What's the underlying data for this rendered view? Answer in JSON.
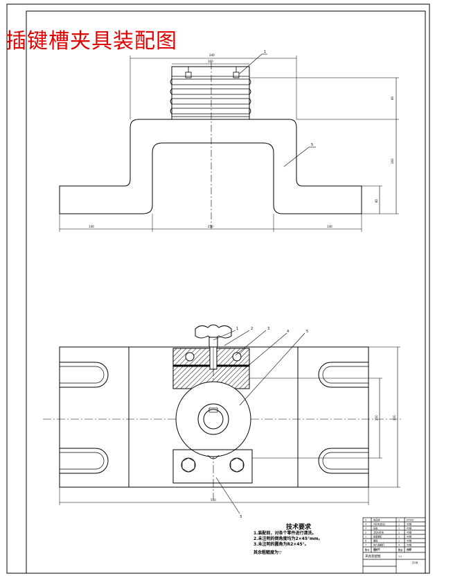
{
  "drawing": {
    "title": "插键槽夹具装配图",
    "top_view": {
      "dims": {
        "overall_width": "340",
        "top_block_width": "160",
        "left_ext": "140",
        "center_width": "250",
        "right_ext": "140",
        "right_h1": "80",
        "right_h2": "260",
        "right_h3": "80"
      },
      "balloons": [
        "1",
        "5"
      ]
    },
    "front_view": {
      "dims": {
        "overall_width": "550",
        "right_h1": "250",
        "right_h2": "400"
      },
      "balloons": [
        "1",
        "2",
        "3",
        "4",
        "5",
        "3"
      ]
    },
    "tech_requirements": {
      "heading": "技术要求",
      "lines": [
        "1.装配前，对各个零件进行清洗。",
        "2.未注明的倒角度均为2×45°mm。",
        "3.未注明的圆角为R2×45°。",
        "其余粗糙度为▽"
      ]
    },
    "title_block": {
      "rows": [
        [
          "5",
          "夹具体",
          "1",
          "HT200"
        ],
        [
          "4",
          "V形块(定位)",
          "1",
          "45钢"
        ],
        [
          "3",
          "压板",
          "1",
          "45钢"
        ],
        [
          "2",
          "活动V形块",
          "1",
          "45钢"
        ],
        [
          "1",
          "锁紧螺钉",
          "1",
          "45钢"
        ],
        [
          "6",
          "螺母",
          "1",
          "45钢"
        ],
        [
          "7",
          "内六角螺钉",
          "4",
          "45钢"
        ],
        [
          "8",
          "圆柱销",
          "2",
          "45钢"
        ]
      ],
      "header": [
        "序号",
        "名称",
        "数量",
        "材料"
      ],
      "name": "夹具装配图",
      "scale": "1:1",
      "sheet": "共1张"
    }
  }
}
